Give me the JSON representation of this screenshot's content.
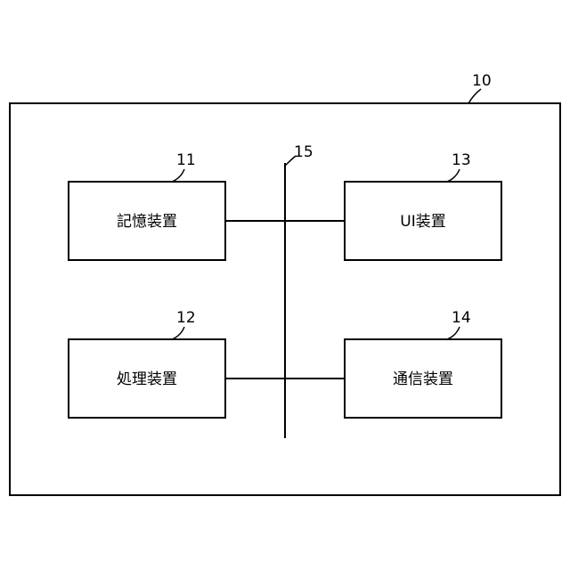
{
  "diagram": {
    "system": {
      "ref": "10"
    },
    "bus": {
      "ref": "15"
    },
    "blocks": [
      {
        "id": "storage",
        "ref": "11",
        "label": "記憶装置"
      },
      {
        "id": "processing",
        "ref": "12",
        "label": "処理装置"
      },
      {
        "id": "ui",
        "ref": "13",
        "label": "UI装置"
      },
      {
        "id": "communication",
        "ref": "14",
        "label": "通信装置"
      }
    ]
  }
}
